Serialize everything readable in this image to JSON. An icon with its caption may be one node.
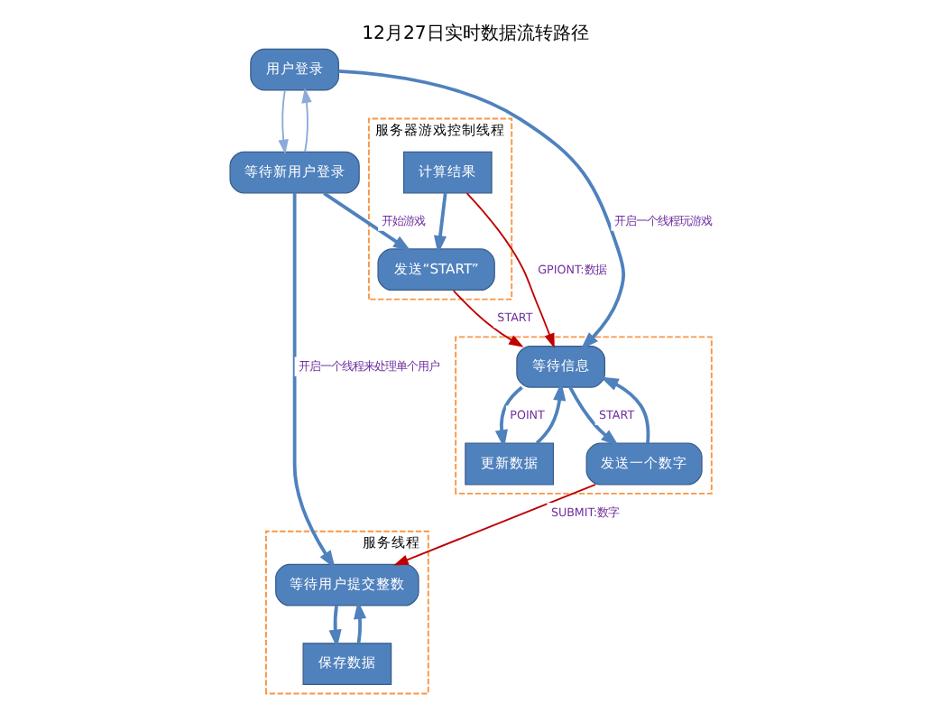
{
  "diagram": {
    "title": "12月27日实时数据流转路径",
    "nodes": [
      {
        "text": [
          "用户登录"
        ]
      },
      {
        "text": [
          "等待新用户登录"
        ]
      },
      {
        "text": [],
        "shape": "box"
      },
      {
        "text": [
          "等待信息"
        ],
        "in": 2
      },
      {
        "text": [
          "更新数据"
        ],
        "in": 2
      },
      {
        "text": [
          "发送一个数字"
        ],
        "in": 2
      },
      {
        "text": [
          "服务器游戏控制线程"
        ]
      },
      {
        "text": [
          "发送“START”"
        ],
        "in": 6
      },
      {
        "text": [
          "计算结果"
        ],
        "in": 6
      },
      {
        "text": [
          "服务线程"
        ]
      },
      {
        "text": [
          "等待用户提交整数"
        ],
        "in": 9
      },
      {
        "text": [
          "保存数据"
        ],
        "in": 9
      }
    ],
    "edges": [
      {
        "from": 0,
        "to": 1,
        "arrow": "to",
        "color": "#8eaadb"
      },
      {
        "from": 1,
        "to": 0,
        "arrow": "to",
        "color": "#8eaadb"
      },
      {
        "from": 0,
        "to": 3,
        "arrow": "to",
        "label": "开启一个线程玩游戏"
      },
      {
        "from": 1,
        "to": 7,
        "arrow": "to",
        "label": "开始游戏"
      },
      {
        "from": 1,
        "to": 10,
        "arrow": "to",
        "label": "开启一个线程来处理单个用户"
      },
      {
        "from": 8,
        "to": 7,
        "arrow": "to"
      },
      {
        "from": 7,
        "to": 3,
        "arrow": "to",
        "label": "START",
        "color": "#c00000"
      },
      {
        "from": 8,
        "to": 3,
        "arrow": "to",
        "label": "GPIONT:数据",
        "color": "#c00000"
      },
      {
        "from": 3,
        "to": 4,
        "arrow": "to",
        "label": "POINT"
      },
      {
        "from": 3,
        "to": 5,
        "arrow": "to",
        "label": "START"
      },
      {
        "from": 4,
        "to": 3,
        "arrow": "to"
      },
      {
        "from": 5,
        "to": 3,
        "arrow": "to"
      },
      {
        "from": 5,
        "to": 10,
        "arrow": "to",
        "label": "SUBMIT:数字",
        "color": "#c00000"
      },
      {
        "from": 11,
        "to": 10,
        "arrow": "to"
      },
      {
        "from": 10,
        "to": 11,
        "arrow": "to"
      }
    ]
  }
}
